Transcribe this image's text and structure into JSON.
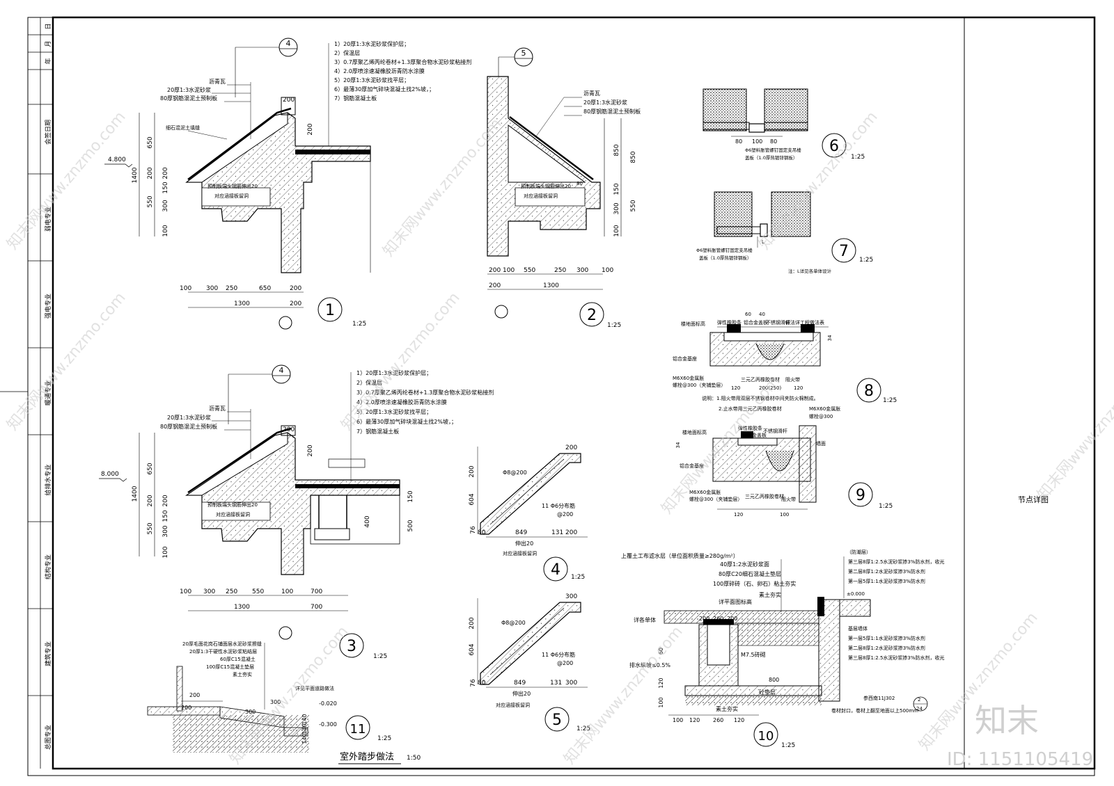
{
  "sheet": {
    "title": "节点详图",
    "id_text": "ID: 1151105419",
    "logo_text": "知末",
    "watermark": "知末网www.znzmo.com"
  },
  "sidebar": {
    "headers": [
      "日",
      "月",
      "年"
    ],
    "items": [
      "会签日期",
      "弱电专业",
      "强电专业",
      "暖通专业",
      "给排水专业",
      "结构专业",
      "建筑专业",
      "总图专业"
    ]
  },
  "details": {
    "d1": {
      "number": "1",
      "scale": "1:25",
      "section_tag": "4",
      "elevation": "4.800",
      "left_notes": [
        "沥青瓦",
        "20厚1:3水泥砂浆",
        "80厚钢筋混泥土预制板"
      ],
      "misc_notes": [
        "细石混泥土填缝",
        "预制板端头钢筋伸出20",
        "对应涵接板留洞"
      ],
      "layers": [
        "1）20厚1:3水泥砂浆保护层；",
        "2）保温层",
        "3）0.7厚聚乙烯丙纶卷材+1.3厚聚合物水泥砂浆粘接剂",
        "4）2.0厚喷涂速凝橡胶沥青防水涂膜",
        "5）20厚1:3水泥砂浆找平层；",
        "6）最薄30厚加气碎块混凝土找2%坡，；",
        "7）钢筋混凝土板"
      ],
      "vdims": [
        "1400",
        "650",
        "200",
        "200",
        "150",
        "550",
        "300",
        "100"
      ],
      "hdims": [
        "100",
        "300",
        "250",
        "650",
        "200"
      ],
      "total": "1300",
      "total2": "200",
      "top_dims": [
        "200",
        "200"
      ]
    },
    "d2": {
      "number": "2",
      "scale": "1:25",
      "section_tag": "5",
      "notes": [
        "沥青瓦",
        "20厚1:3水泥砂浆",
        "80厚钢筋混泥土预制板"
      ],
      "misc_notes": [
        "预制板端头钢筋伸出20",
        "对应涵接板留洞"
      ],
      "vdims": [
        "850",
        "850",
        "150",
        "300",
        "550",
        "100"
      ],
      "hdims": [
        "200",
        "100",
        "550",
        "250",
        "300",
        "100"
      ],
      "total": "1300",
      "total2": "200",
      "small": "80"
    },
    "d3": {
      "number": "3",
      "scale": "1:25",
      "section_tag": "4",
      "elevation": "8.000",
      "left_notes": [
        "沥青瓦",
        "20厚1:3水泥砂浆",
        "80厚钢筋混泥土预制板"
      ],
      "misc_notes": [
        "预制板端头钢筋伸出20",
        "对应涵接板留洞"
      ],
      "layers": [
        "1）20厚1:3水泥砂浆保护层；",
        "2）保温层",
        "3）0.7厚聚乙烯丙纶卷材+1.3厚聚合物水泥砂浆粘接剂",
        "4）2.0厚喷涂速凝橡胶沥青防水涂膜",
        "5）20厚1:3水泥砂浆找平层；",
        "6）最薄30厚加气碎块混凝土找2%坡，；",
        "7）钢筋混凝土板"
      ],
      "vdims": [
        "1400",
        "650",
        "200",
        "200",
        "150",
        "550",
        "300",
        "100"
      ],
      "right_dims": [
        "150",
        "400",
        "500"
      ],
      "hdims": [
        "100",
        "300",
        "250",
        "550",
        "100",
        "700"
      ],
      "total": "1300",
      "total2": "700",
      "top_dims": [
        "200",
        "200"
      ]
    },
    "d4": {
      "number": "4",
      "scale": "1:25",
      "dims": [
        "200",
        "200",
        "604",
        "76",
        "80",
        "849",
        "131",
        "200"
      ],
      "notes": [
        "Φ8@200",
        "11 Φ6分布筋",
        "@200",
        "伸出20",
        "对应涵接板留洞"
      ]
    },
    "d5": {
      "number": "5",
      "scale": "1:25",
      "dims": [
        "300",
        "200",
        "604",
        "76",
        "80",
        "849",
        "131",
        "300"
      ],
      "notes": [
        "Φ8@200",
        "11 Φ6分布筋",
        "@200",
        "伸出20",
        "对应涵接板留洞"
      ]
    },
    "d6": {
      "number": "6",
      "scale": "1:25",
      "dims": [
        "80",
        "100",
        "80"
      ],
      "notes": [
        "Φ6塑料胀管螺钉固定支吊楼",
        "盖板（1.0厚热镀锌钢板）"
      ]
    },
    "d7": {
      "number": "7",
      "scale": "1:25",
      "notes": [
        "Φ6塑料胀管螺钉固定支吊楼",
        "盖板（1.0厚热镀锌钢板）",
        "注：L详见各单体设计"
      ],
      "small": "L"
    },
    "d8": {
      "number": "8",
      "scale": "1:25",
      "top_dims": [
        "60",
        "40"
      ],
      "notes": [
        "楼地面标高",
        "弹性橡胶条",
        "铝合金盖板",
        "不锈钢滑杆",
        "做法详工程做法表",
        "铝合金基座",
        "M6X60金属胀",
        "螺栓@300（夹铺垫层）",
        "三元乙丙橡胶卷材",
        "阻火带",
        "说明：1.阻火带用双层不锈钢卷材中间夹防火棉制成。",
        "2.止水带用三元乙丙橡胶卷材"
      ],
      "bottom_dims": [
        "120",
        "200(250)",
        "120"
      ],
      "side_dim": "34"
    },
    "d9": {
      "number": "9",
      "scale": "1:25",
      "notes": [
        "M6X60金属胀",
        "螺栓@300",
        "楼地面标高",
        "弹性橡胶条",
        "铝合金盖板",
        "不锈钢滑杆",
        "墙面",
        "铝合金基座",
        "M6X60金属胀",
        "螺栓@300（夹铺垫层）",
        "三元乙丙橡胶卷材",
        "阻火带"
      ],
      "bottom_dims": [
        "120",
        "100"
      ],
      "side_dim": "34"
    },
    "d10": {
      "number": "10",
      "scale": "1:25",
      "left_notes": [
        "上覆土工布滤水层（单位面积质量≥280g/m²）",
        "40厚1:2水泥砂浆面",
        "80厚C20细石混凝土垫层",
        "100厚碎砖（石、卵石）粘土夯实",
        "素土夯实",
        "详平面图标高",
        "详各单体",
        "排水纵坡≤0.5%",
        "M7.5砖砌",
        "砼垫层",
        "素土夯实"
      ],
      "right_notes": [
        "（防潮层）",
        "第三层8厚1:2.5水泥砂浆掺3%防水剂，收光",
        "第二层8厚1:2水泥砂浆掺3%防水剂",
        "第一层5厚1:1水泥砂浆掺3%防水剂",
        "±0.000",
        "基层墙体",
        "第一层5厚1:1水泥砂浆掺3%防水剂",
        "第二层8厚1:2水泥砂浆掺3%防水剂",
        "第三层8厚1:2.5水泥砂浆掺3%防水剂，收光",
        "参西南11J302",
        "卷材封口，卷材上翻至地面以上500mm"
      ],
      "ref_top": "2",
      "ref_bottom": "24",
      "dims": [
        "200",
        "260",
        "200",
        "60",
        "120",
        "800",
        "100",
        "120",
        "260",
        "120",
        "100"
      ]
    },
    "d11": {
      "number": "11",
      "scale": "1:25",
      "title": "室外踏步做法",
      "title_scale": "1:50",
      "notes": [
        "20厚毛面花岗石铺面层水泥砂浆擦缝",
        "20厚1:3干硬性水泥砂浆粘结层",
        "60厚C15混凝土",
        "100厚C15混凝土垫层",
        "素土夯实",
        "详见平面道路做法"
      ],
      "dims": [
        "200",
        "300",
        "300",
        "200",
        "140",
        "140",
        "140"
      ],
      "elevations": [
        "-0.020",
        "-0.300"
      ]
    }
  }
}
